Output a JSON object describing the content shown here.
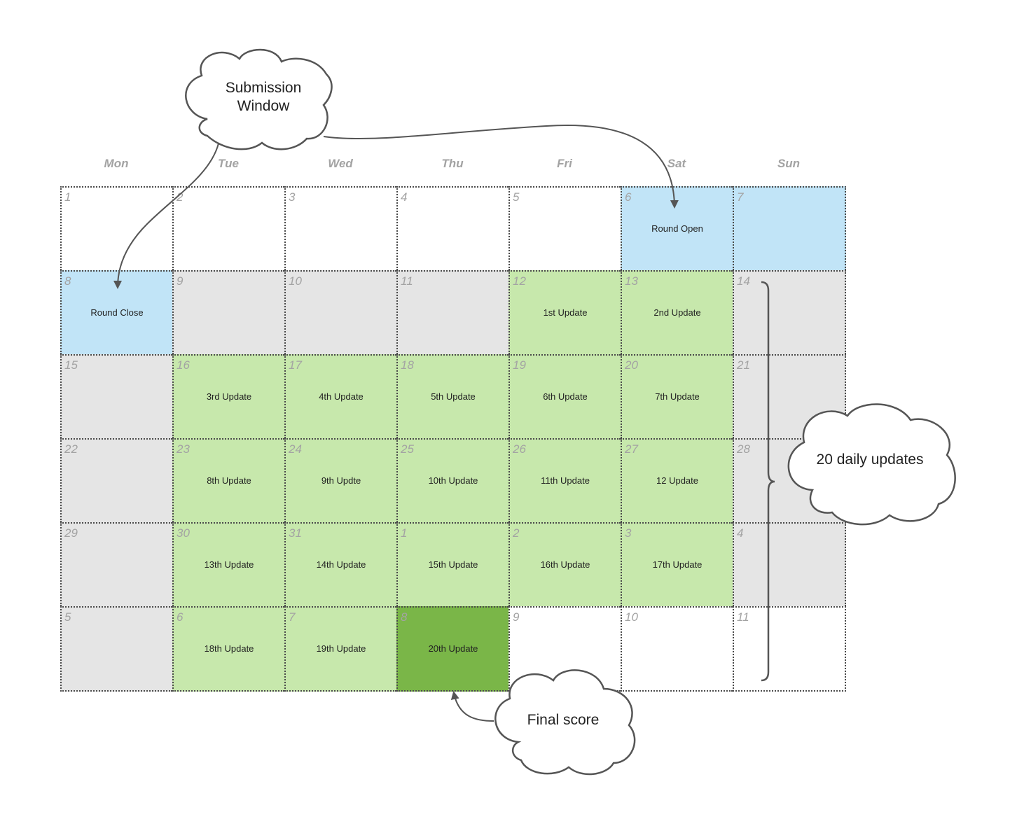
{
  "weekdays": [
    "Mon",
    "Tue",
    "Wed",
    "Thu",
    "Fri",
    "Sat",
    "Sun"
  ],
  "colors": {
    "empty": "#ffffff",
    "inactive": "#e5e5e5",
    "submission": "#c1e4f7",
    "update": "#c7e8ac",
    "final": "#7ab648"
  },
  "weeks": [
    [
      {
        "day": "1",
        "state": "empty",
        "label": ""
      },
      {
        "day": "2",
        "state": "empty",
        "label": ""
      },
      {
        "day": "3",
        "state": "empty",
        "label": ""
      },
      {
        "day": "4",
        "state": "empty",
        "label": ""
      },
      {
        "day": "5",
        "state": "empty",
        "label": ""
      },
      {
        "day": "6",
        "state": "submission",
        "label": "Round Open"
      },
      {
        "day": "7",
        "state": "submission",
        "label": ""
      }
    ],
    [
      {
        "day": "8",
        "state": "submission",
        "label": "Round Close"
      },
      {
        "day": "9",
        "state": "inactive",
        "label": ""
      },
      {
        "day": "10",
        "state": "inactive",
        "label": ""
      },
      {
        "day": "11",
        "state": "inactive",
        "label": ""
      },
      {
        "day": "12",
        "state": "update",
        "label": "1st Update"
      },
      {
        "day": "13",
        "state": "update",
        "label": "2nd Update"
      },
      {
        "day": "14",
        "state": "inactive",
        "label": ""
      }
    ],
    [
      {
        "day": "15",
        "state": "inactive",
        "label": ""
      },
      {
        "day": "16",
        "state": "update",
        "label": "3rd Update"
      },
      {
        "day": "17",
        "state": "update",
        "label": "4th Update"
      },
      {
        "day": "18",
        "state": "update",
        "label": "5th Update"
      },
      {
        "day": "19",
        "state": "update",
        "label": "6th Update"
      },
      {
        "day": "20",
        "state": "update",
        "label": "7th Update"
      },
      {
        "day": "21",
        "state": "inactive",
        "label": ""
      }
    ],
    [
      {
        "day": "22",
        "state": "inactive",
        "label": ""
      },
      {
        "day": "23",
        "state": "update",
        "label": "8th Update"
      },
      {
        "day": "24",
        "state": "update",
        "label": "9th Updte"
      },
      {
        "day": "25",
        "state": "update",
        "label": "10th Update"
      },
      {
        "day": "26",
        "state": "update",
        "label": "11th Update"
      },
      {
        "day": "27",
        "state": "update",
        "label": "12 Update"
      },
      {
        "day": "28",
        "state": "inactive",
        "label": ""
      }
    ],
    [
      {
        "day": "29",
        "state": "inactive",
        "label": ""
      },
      {
        "day": "30",
        "state": "update",
        "label": "13th Update"
      },
      {
        "day": "31",
        "state": "update",
        "label": "14th Update"
      },
      {
        "day": "1",
        "state": "update",
        "label": "15th Update"
      },
      {
        "day": "2",
        "state": "update",
        "label": "16th Update"
      },
      {
        "day": "3",
        "state": "update",
        "label": "17th Update"
      },
      {
        "day": "4",
        "state": "inactive",
        "label": ""
      }
    ],
    [
      {
        "day": "5",
        "state": "inactive",
        "label": ""
      },
      {
        "day": "6",
        "state": "update",
        "label": "18th Update"
      },
      {
        "day": "7",
        "state": "update",
        "label": "19th Update"
      },
      {
        "day": "8",
        "state": "final",
        "label": "20th Update"
      },
      {
        "day": "9",
        "state": "empty",
        "label": ""
      },
      {
        "day": "10",
        "state": "empty",
        "label": ""
      },
      {
        "day": "11",
        "state": "empty",
        "label": ""
      }
    ]
  ],
  "callouts": {
    "submission_window": {
      "line1": "Submission",
      "line2": "Window",
      "shape": "cloud-icon"
    },
    "daily_updates": {
      "text": "20 daily updates",
      "shape": "cloud-icon"
    },
    "final_score": {
      "text": "Final score",
      "shape": "cloud-icon"
    }
  }
}
